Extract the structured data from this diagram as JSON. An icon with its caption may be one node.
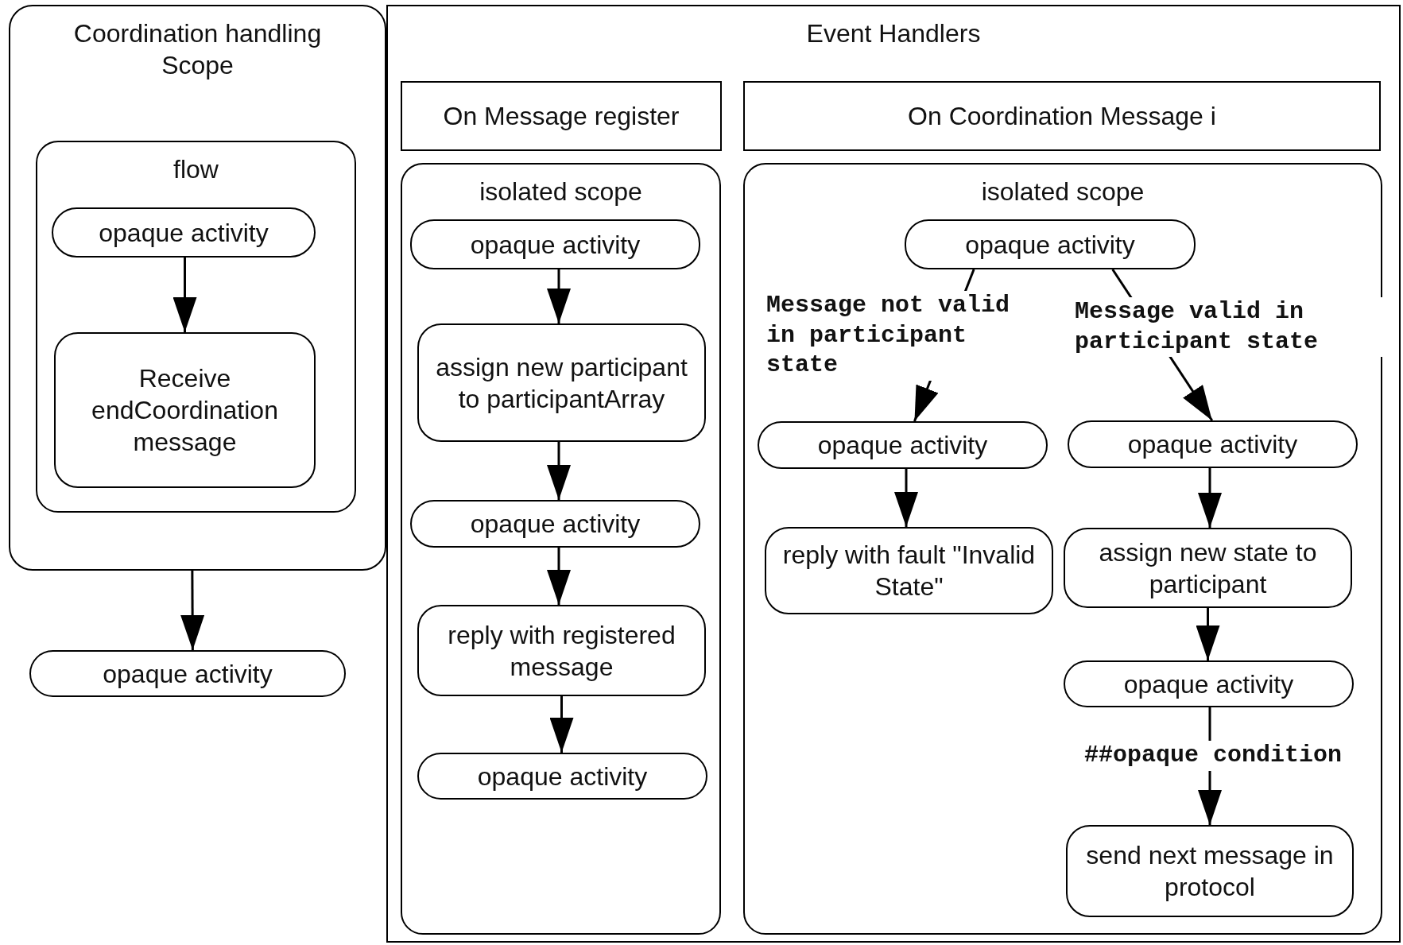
{
  "diagram": {
    "nodes": [
      {
        "text": [
          "Coordination handling Scope"
        ]
      },
      {
        "text": [
          "flow"
        ],
        "in": 0
      },
      {
        "text": [
          "opaque activity"
        ],
        "in": 1
      },
      {
        "text": [
          "Receive endCoordination message"
        ],
        "in": 1
      },
      {
        "text": [
          "opaque activity"
        ]
      },
      {
        "text": [
          "Event Handlers"
        ]
      },
      {
        "text": [
          "On Message register"
        ],
        "in": 5
      },
      {
        "text": [
          "isolated scope"
        ],
        "in": 5
      },
      {
        "text": [
          "opaque activity"
        ],
        "in": 7
      },
      {
        "text": [
          "assign new participant to participantArray"
        ],
        "in": 7
      },
      {
        "text": [
          "opaque activity"
        ],
        "in": 7
      },
      {
        "text": [
          "reply with registered message"
        ],
        "in": 7
      },
      {
        "text": [
          "opaque activity"
        ],
        "in": 7
      },
      {
        "text": [
          "On Coordination Message i"
        ],
        "in": 5
      },
      {
        "text": [
          "isolated scope"
        ],
        "in": 5
      },
      {
        "text": [
          "opaque activity"
        ],
        "in": 14
      },
      {
        "text": [
          "opaque activity"
        ],
        "in": 14
      },
      {
        "text": [
          "reply with fault \"Invalid State\""
        ],
        "in": 14
      },
      {
        "text": [
          "opaque activity"
        ],
        "in": 14
      },
      {
        "text": [
          "assign new state to participant"
        ],
        "in": 14
      },
      {
        "text": [
          "opaque activity"
        ],
        "in": 14
      },
      {
        "text": [
          "send next message in protocol"
        ],
        "in": 14
      }
    ],
    "edges": [
      {
        "from": 2,
        "to": 3,
        "arrow": "to"
      },
      {
        "from": 0,
        "to": 4,
        "arrow": "to"
      },
      {
        "from": 8,
        "to": 9,
        "arrow": "to"
      },
      {
        "from": 9,
        "to": 10,
        "arrow": "to"
      },
      {
        "from": 10,
        "to": 11,
        "arrow": "to"
      },
      {
        "from": 11,
        "to": 12,
        "arrow": "to"
      },
      {
        "from": 15,
        "to": 16,
        "arrow": "to",
        "label": "Message not valid in participant state"
      },
      {
        "from": 15,
        "to": 18,
        "arrow": "to",
        "label": "Message valid in participant state"
      },
      {
        "from": 16,
        "to": 17,
        "arrow": "to"
      },
      {
        "from": 18,
        "to": 19,
        "arrow": "to"
      },
      {
        "from": 19,
        "to": 20,
        "arrow": "to"
      },
      {
        "from": 20,
        "to": 21,
        "arrow": "to",
        "label": "##opaque condition"
      }
    ]
  }
}
